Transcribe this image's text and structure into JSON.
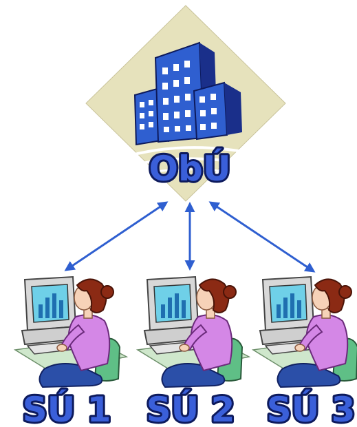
{
  "office": {
    "label": "ObÚ",
    "icon": "office-building-icon"
  },
  "workstations": [
    {
      "label": "SÚ 1",
      "icon": "user-at-computer-icon"
    },
    {
      "label": "SÚ 2",
      "icon": "user-at-computer-icon"
    },
    {
      "label": "SÚ 3",
      "icon": "user-at-computer-icon"
    }
  ],
  "connections": [
    {
      "from": "ObÚ",
      "to": "SÚ 1",
      "direction": "bidirectional"
    },
    {
      "from": "ObÚ",
      "to": "SÚ 2",
      "direction": "bidirectional"
    },
    {
      "from": "ObÚ",
      "to": "SÚ 3",
      "direction": "bidirectional"
    }
  ],
  "colors": {
    "label_fill": "#3a5fd9",
    "label_stroke": "#0d1a5c",
    "arrow": "#2f5fd0",
    "building_blue": "#2f5fd0",
    "building_dark": "#1a2f8a",
    "backdrop": "#e6e2bc"
  }
}
